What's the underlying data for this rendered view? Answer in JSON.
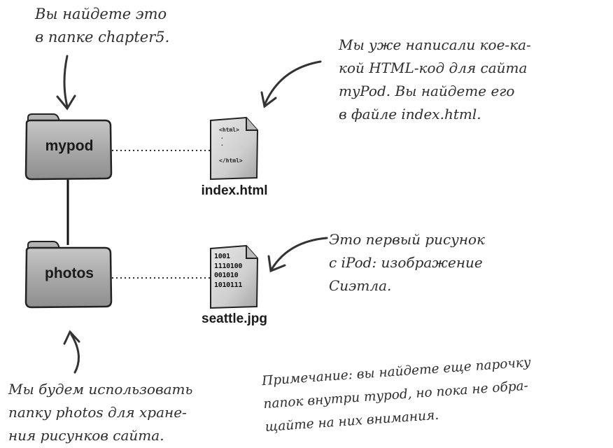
{
  "notes": {
    "top_left": [
      "Вы найдете это",
      "в папке chapter5."
    ],
    "top_right": [
      "Мы уже написали кое-ка-",
      "кой HTML-код для сайта",
      "myPod. Вы найдете его",
      "в файле index.html."
    ],
    "mid_right": [
      "Это первый рисунок",
      "с iPod: изображение",
      "Сиэтла."
    ],
    "bottom_left": [
      "Мы будем использовать",
      "папку photos для хране-",
      "ния рисунков сайта."
    ],
    "bottom_right": [
      "Примечание: вы найдете еще парочку",
      "папок внутри mypod, но пока не обра-",
      "щайте на них внимания."
    ]
  },
  "folders": {
    "mypod": "mypod",
    "photos": "photos"
  },
  "files": {
    "index": {
      "name": "index.html",
      "lines": [
        "<html>",
        ".",
        ".",
        "</html>"
      ]
    },
    "seattle": {
      "name": "seattle.jpg",
      "lines": [
        "1001",
        "1110100",
        "001010",
        "1010111"
      ]
    }
  },
  "colors": {
    "folder_fill": "#a9a9a9",
    "ink": "#2e2e2e",
    "file_fill": "#d4d4d4"
  }
}
